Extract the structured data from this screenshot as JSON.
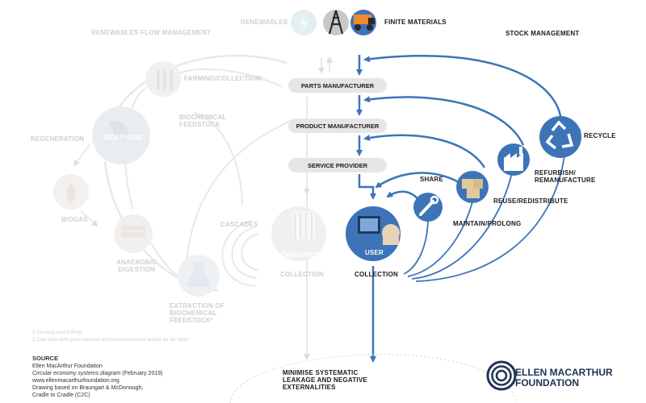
{
  "header": {
    "renewables": "RENEWABLES",
    "finite_materials": "FINITE MATERIALS",
    "renewables_flow_management": "RENEWABLES FLOW MANAGEMENT",
    "stock_management": "STOCK MANAGEMENT"
  },
  "biological": {
    "farming_collection": "FARMING/COLLECTION¹",
    "biochemical_feedstock": [
      "BIOCHEMICAL",
      "FEEDSTOCK"
    ],
    "regeneration": "REGENERATION",
    "biosphere": "BIOSPHERE",
    "biogas": "BIOGAS",
    "anaerobic_digestion": [
      "ANAEROBIC",
      "DIGESTION"
    ],
    "cascades": "CASCADES",
    "consumer": "CONSUMER",
    "collection": "COLLECTION",
    "extraction": [
      "EXTRACTION OF",
      "BIOCHEMICAL",
      "FEEDSTOCK²"
    ]
  },
  "technical": {
    "parts_manufacturer": "PARTS MANUFACTURER",
    "product_manufacturer": "PRODUCT MANUFACTURER",
    "service_provider": "SERVICE PROVIDER",
    "user": "USER",
    "collection": "COLLECTION",
    "share": "SHARE",
    "maintain_prolong": "MAINTAIN/PROLONG",
    "reuse_redistribute": "REUSE/REDISTRIBUTE",
    "refurbish_remanufacture": [
      "REFURBISH/",
      "REMANUFACTURE"
    ],
    "recycle": "RECYCLE"
  },
  "leakage": [
    "MINIMISE SYSTEMATIC",
    "LEAKAGE AND NEGATIVE",
    "EXTERNALITIES"
  ],
  "footnotes": [
    "1 Hunting and fishing",
    "2 Can take both post-harvest and post-consumer waste as an input"
  ],
  "source": {
    "heading": "SOURCE",
    "org": "Ellen MacArthur Foundation",
    "title": "Circular economy systems diagram",
    "date": "(February 2019)",
    "url": "www.ellenmacarthurfoundation.org",
    "drawing_1": "Drawing based on Braungart & McDonough,",
    "drawing_2": "Cradle to Cradle (C2C)"
  },
  "logo": [
    "ELLEN MACARTHUR",
    "FOUNDATION"
  ],
  "colors": {
    "technical_blue": "#3d74b8",
    "faded_grey": "#e6e6e6",
    "pill_grey": "#e6e6e6",
    "logo_navy": "#1e3253"
  },
  "icons": [
    "renewable-energy-icon",
    "oil-rig-icon",
    "mining-truck-icon",
    "wheat-icon",
    "globe-icon",
    "flame-icon",
    "soil-layers-icon",
    "flask-icon",
    "monitor-icon",
    "wrench-icon",
    "boxes-icon",
    "factory-icon",
    "recycle-icon"
  ]
}
